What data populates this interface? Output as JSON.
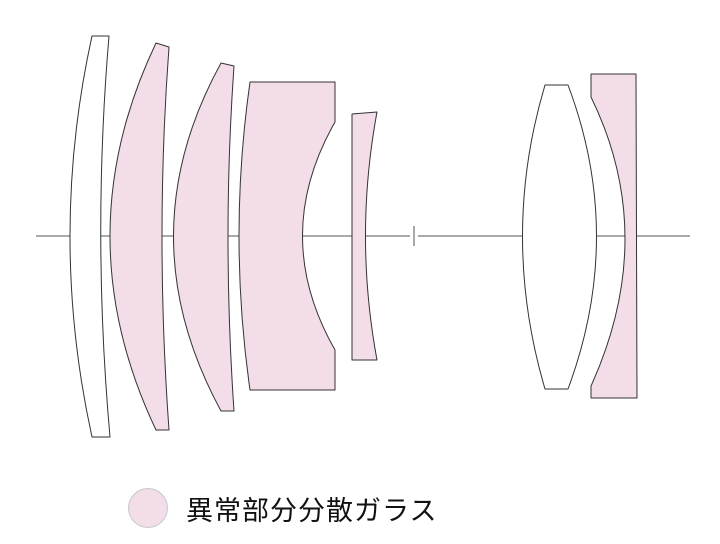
{
  "diagram": {
    "elements": [
      {
        "id": "lens-element-1",
        "special_glass": false
      },
      {
        "id": "lens-element-2",
        "special_glass": true
      },
      {
        "id": "lens-element-3",
        "special_glass": true
      },
      {
        "id": "lens-element-4",
        "special_glass": true
      },
      {
        "id": "lens-element-5",
        "special_glass": true
      },
      {
        "id": "lens-element-6",
        "special_glass": false
      },
      {
        "id": "lens-element-7",
        "special_glass": true
      }
    ]
  },
  "legend": {
    "label": "異常部分分散ガラス"
  },
  "colors": {
    "special_glass_fill": "#f2dde8",
    "plain_glass_fill": "#ffffff",
    "outline": "#333333",
    "axis": "#555555"
  }
}
